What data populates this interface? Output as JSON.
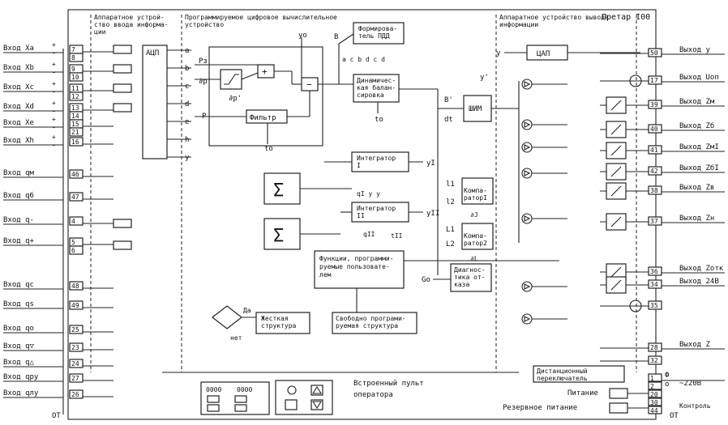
{
  "title": "Претар I00",
  "sections": {
    "input_hw": "Аппаратное устрой-\nство ввода информа-\nции",
    "program": "Программируемое цифровое вычислительное\nустройство",
    "output_hw": "Аппаратное устройство вывода\nинформации"
  },
  "inputs": [
    {
      "label": "Вход Xa",
      "terms": [
        "7",
        "8"
      ],
      "signs": [
        "+",
        "-"
      ]
    },
    {
      "label": "Вход Xb",
      "terms": [
        "9",
        "10"
      ],
      "signs": [
        "+",
        "-"
      ]
    },
    {
      "label": "Вход Xc",
      "terms": [
        "11",
        "12"
      ],
      "signs": [
        "+",
        "-"
      ]
    },
    {
      "label": "Вход Xd",
      "terms": [
        "13",
        "14"
      ],
      "signs": [
        "+",
        "-"
      ]
    },
    {
      "label": "Вход Xe",
      "terms": [
        "15",
        "21"
      ],
      "signs": [
        "+",
        "-"
      ]
    },
    {
      "label": "Вход Xh",
      "terms": [
        "16"
      ],
      "signs": [
        "+",
        "-"
      ]
    },
    {
      "label": "Вход qм",
      "terms": [
        "46"
      ],
      "signs": []
    },
    {
      "label": "Вход qб",
      "terms": [
        "47"
      ],
      "signs": []
    },
    {
      "label": "Вход q-",
      "terms": [
        "4"
      ],
      "signs": []
    },
    {
      "label": "Вход q+",
      "terms": [
        "5",
        "6"
      ],
      "signs": []
    },
    {
      "label": "Вход qc",
      "terms": [
        "48"
      ],
      "signs": []
    },
    {
      "label": "Вход qs",
      "terms": [
        "49"
      ],
      "signs": []
    },
    {
      "label": "Вход qo",
      "terms": [
        "25"
      ],
      "signs": []
    },
    {
      "label": "Вход q▽",
      "terms": [
        "23"
      ],
      "signs": []
    },
    {
      "label": "Вход q△",
      "terms": [
        "24"
      ],
      "signs": []
    },
    {
      "label": "Вход qру",
      "terms": [
        "27"
      ],
      "signs": []
    },
    {
      "label": "Вход qлу",
      "terms": [
        "26"
      ],
      "signs": []
    }
  ],
  "ot_label": "ОТ",
  "adc": "АЦП",
  "adc_outputs": [
    "a",
    "b",
    "c",
    "d",
    "e",
    "h",
    "y"
  ],
  "blocks": {
    "pdd": "Формирова-\nтель ПДД",
    "dyn": "Динамичес-\nкая балан-\nсировка",
    "filter": "Фильтр",
    "int1": "Интегратор\nI",
    "int2": "Интегратор\nII",
    "cmp1": "Компа-\nраторI",
    "cmp2": "Компа-\nратор2",
    "func": "Функции, программи-\nруемые пользовате-\nлем",
    "diag": "Диагнос-\nтика от-\nказа",
    "hard": "Жесткая\nструктура",
    "free": "Свободно програми-\nруемая структура",
    "pwm": "ШИМ",
    "dac": "ЦАП",
    "remote": "Дистанционный\nпереключатель",
    "panel": "Встроенный пульт\nоператора"
  },
  "signals": {
    "Pz": "Pз",
    "P": "P",
    "dp": "∂р",
    "dp2": "∂р'",
    "yo": "yo",
    "to1": "to",
    "to2": "to",
    "to3": "to",
    "B": "B",
    "B2": "B'",
    "dt": "dt",
    "y": "y",
    "y2": "y'",
    "yI": "yI",
    "yII": "yII",
    "qI": "qI",
    "qII": "qII",
    "tII": "tII",
    "qIyy": "qI y y",
    "l1": "l1",
    "l2": "l2",
    "L1": "L1",
    "L2": "L2",
    "dJ": "∂J",
    "dL": "∂L",
    "Go": "Go",
    "yes": "Да",
    "no": "нет",
    "pdd_outs": "a c b d c d"
  },
  "panel_display": [
    "0000",
    "0000"
  ],
  "outputs": [
    {
      "label": "Выход y",
      "term": "50"
    },
    {
      "label": "Выход Uоп",
      "term": "17"
    },
    {
      "label": "Выход Zм",
      "term": "39"
    },
    {
      "label": "Выход Zб",
      "term": "40"
    },
    {
      "label": "Выход ZмI",
      "term": "41"
    },
    {
      "label": "Выход ZбI",
      "term": "42"
    },
    {
      "label": "Выход Zв",
      "term": "38"
    },
    {
      "label": "Выход Zн",
      "term": "37"
    },
    {
      "label": "Выход Zотк",
      "term": "36"
    },
    {
      "label": "Выход 24В",
      "term": "34"
    },
    {
      "label": "",
      "term": "35"
    },
    {
      "label": "Выход Z",
      "term": "28"
    },
    {
      "label": "",
      "term": "32"
    }
  ],
  "power": {
    "phi": "Ф",
    "o": "о",
    "v220": "~220В",
    "main": "Питание",
    "reserve": "Резервное питание",
    "control": "Контроль",
    "ot": "ОТ",
    "terms": [
      "1",
      "2",
      "20",
      "30",
      "44"
    ]
  }
}
